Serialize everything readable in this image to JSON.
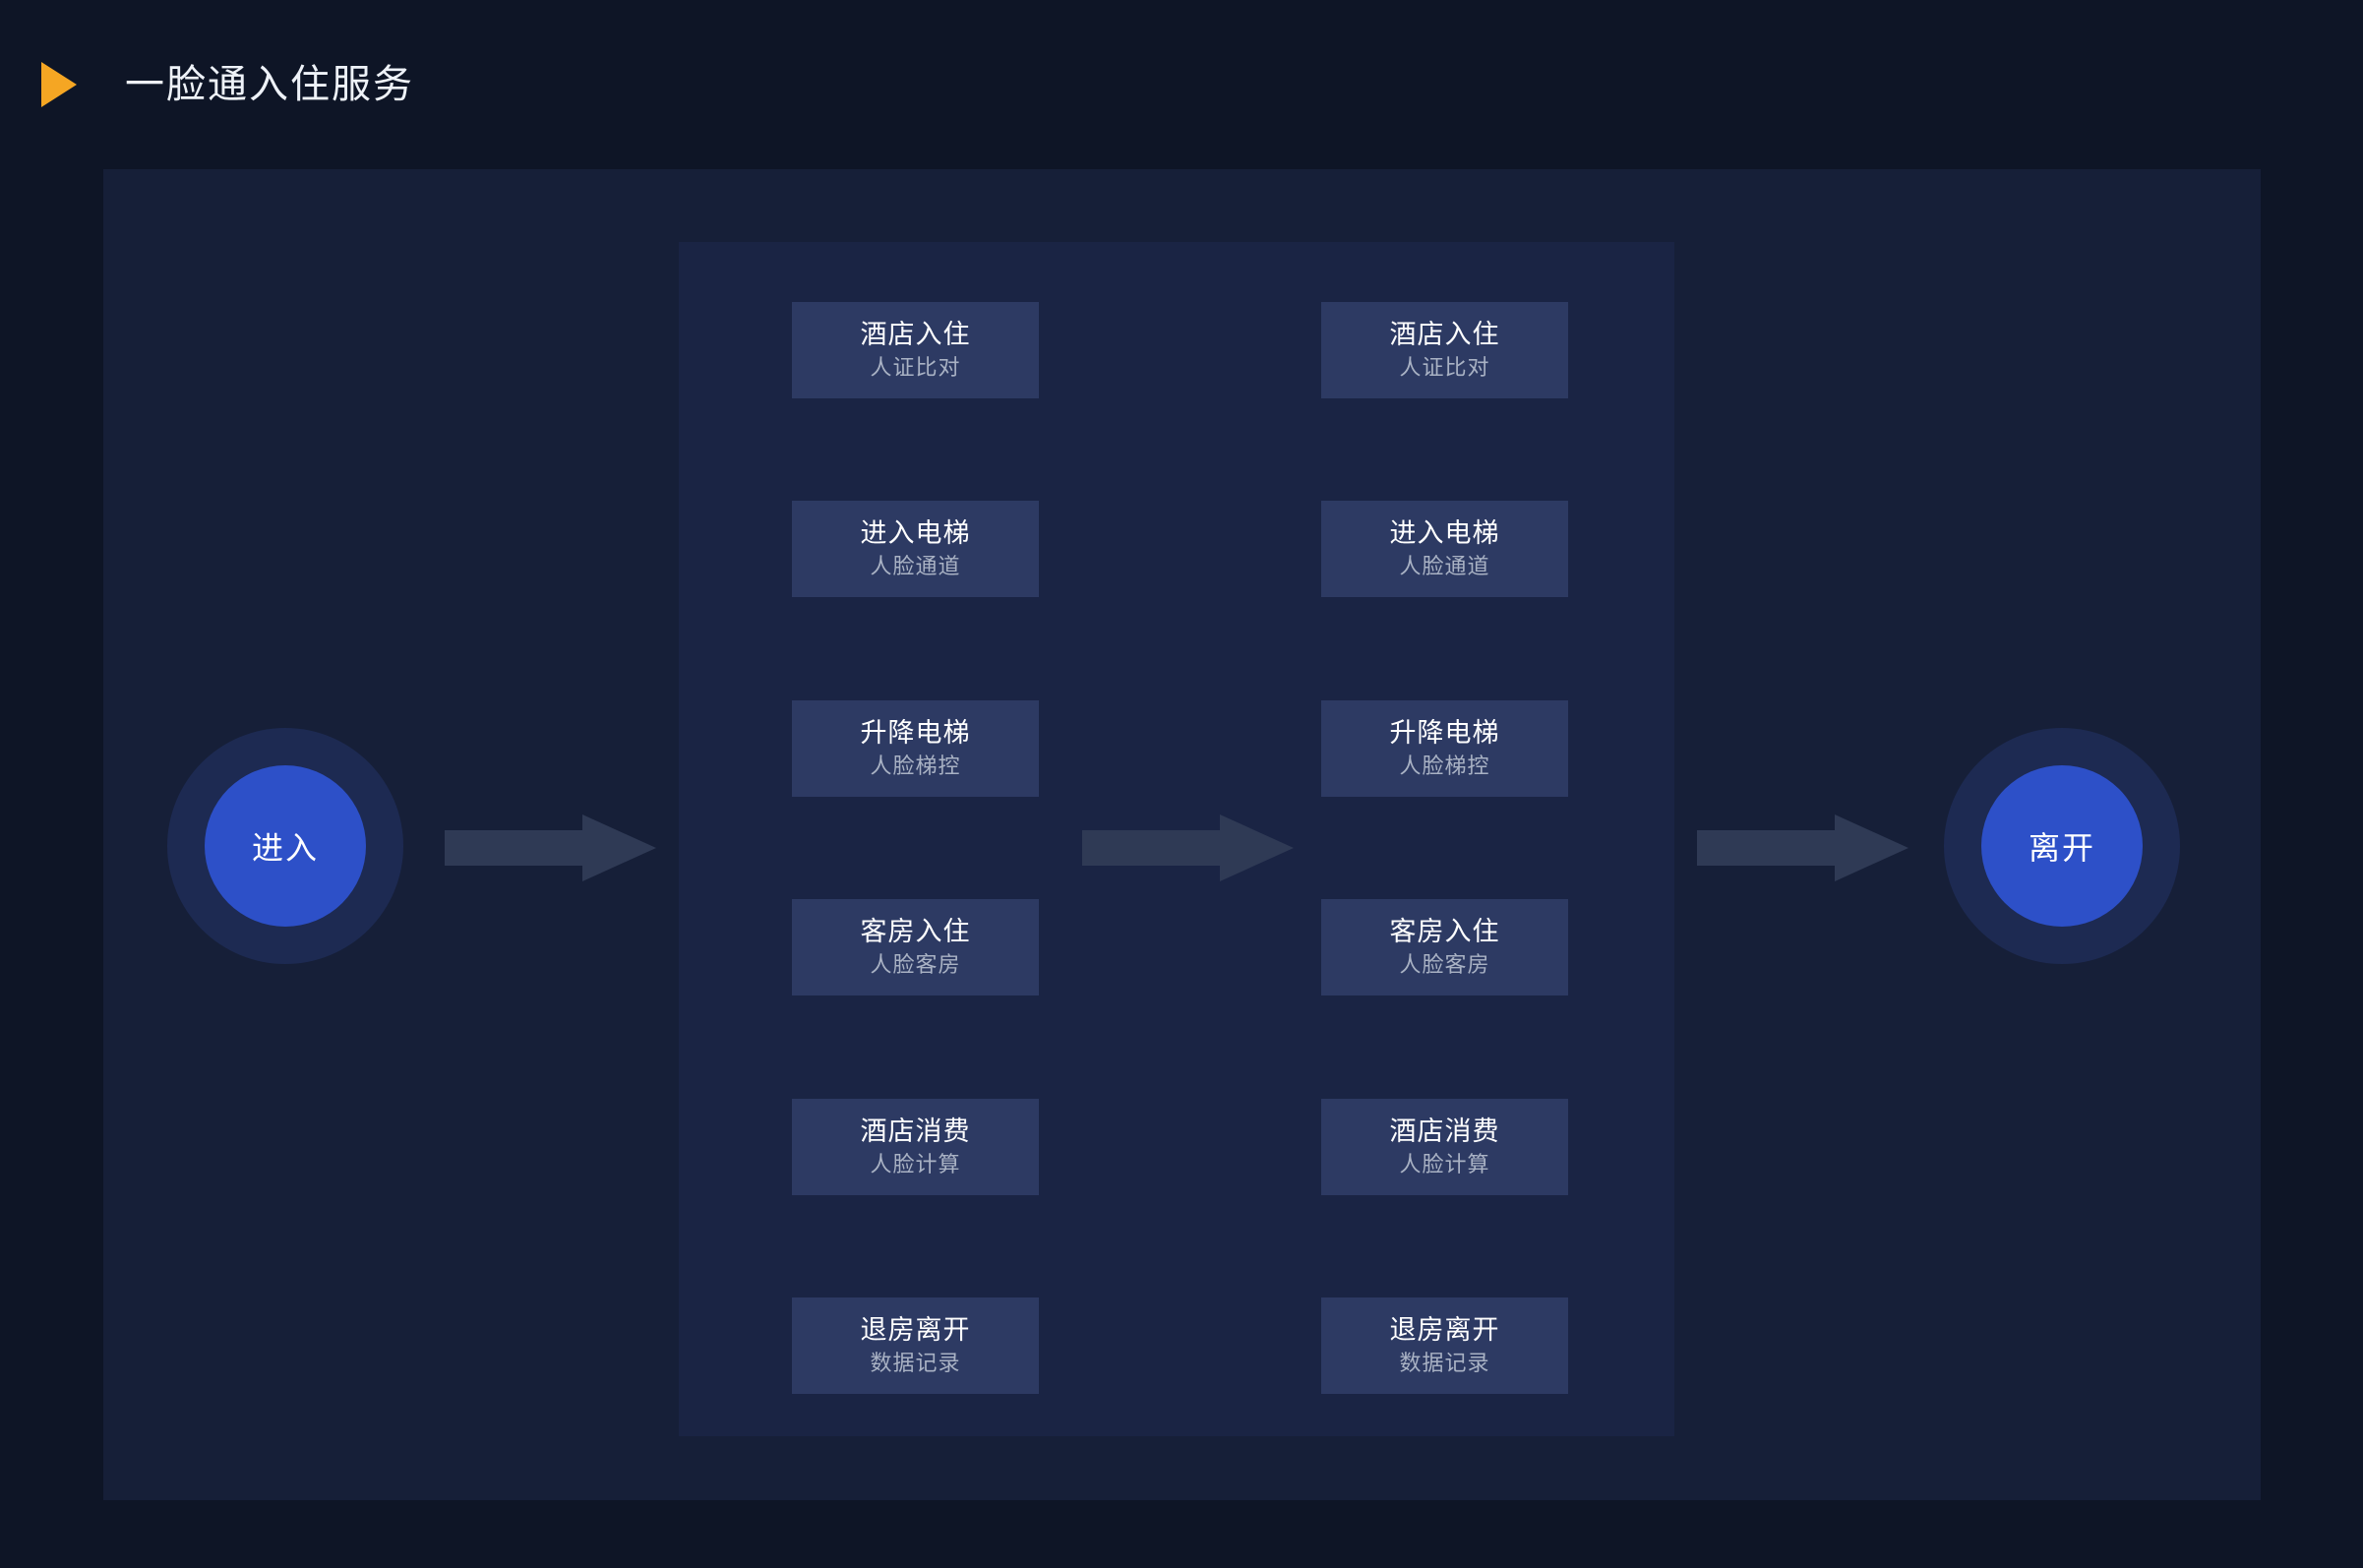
{
  "header": {
    "title": "一脸通入住服务",
    "play_icon": "play-triangle-icon",
    "accent_color": "#f5a623"
  },
  "colors": {
    "page_background": "#0e1526",
    "outer_panel": "#161f38",
    "inner_panel": "#1a2444",
    "card_background": "#2d3a63",
    "card_title_text": "#ffffff",
    "card_sub_text": "#a9b2c4",
    "node_core": "#2d50c8",
    "node_ring": "#1d2a52",
    "arrow": "#2f3a55"
  },
  "flow": {
    "start_node": {
      "label": "进入"
    },
    "end_node": {
      "label": "离开"
    },
    "arrows": [
      {
        "name": "arrow-start-to-stage1"
      },
      {
        "name": "arrow-stage1-to-stage2"
      },
      {
        "name": "arrow-stage2-to-end"
      }
    ],
    "columns": [
      {
        "name": "stage-column-1",
        "cards": [
          {
            "title": "酒店入住",
            "sub": "人证比对"
          },
          {
            "title": "进入电梯",
            "sub": "人脸通道"
          },
          {
            "title": "升降电梯",
            "sub": "人脸梯控"
          },
          {
            "title": "客房入住",
            "sub": "人脸客房"
          },
          {
            "title": "酒店消费",
            "sub": "人脸计算"
          },
          {
            "title": "退房离开",
            "sub": "数据记录"
          }
        ]
      },
      {
        "name": "stage-column-2",
        "cards": [
          {
            "title": "酒店入住",
            "sub": "人证比对"
          },
          {
            "title": "进入电梯",
            "sub": "人脸通道"
          },
          {
            "title": "升降电梯",
            "sub": "人脸梯控"
          },
          {
            "title": "客房入住",
            "sub": "人脸客房"
          },
          {
            "title": "酒店消费",
            "sub": "人脸计算"
          },
          {
            "title": "退房离开",
            "sub": "数据记录"
          }
        ]
      }
    ]
  }
}
